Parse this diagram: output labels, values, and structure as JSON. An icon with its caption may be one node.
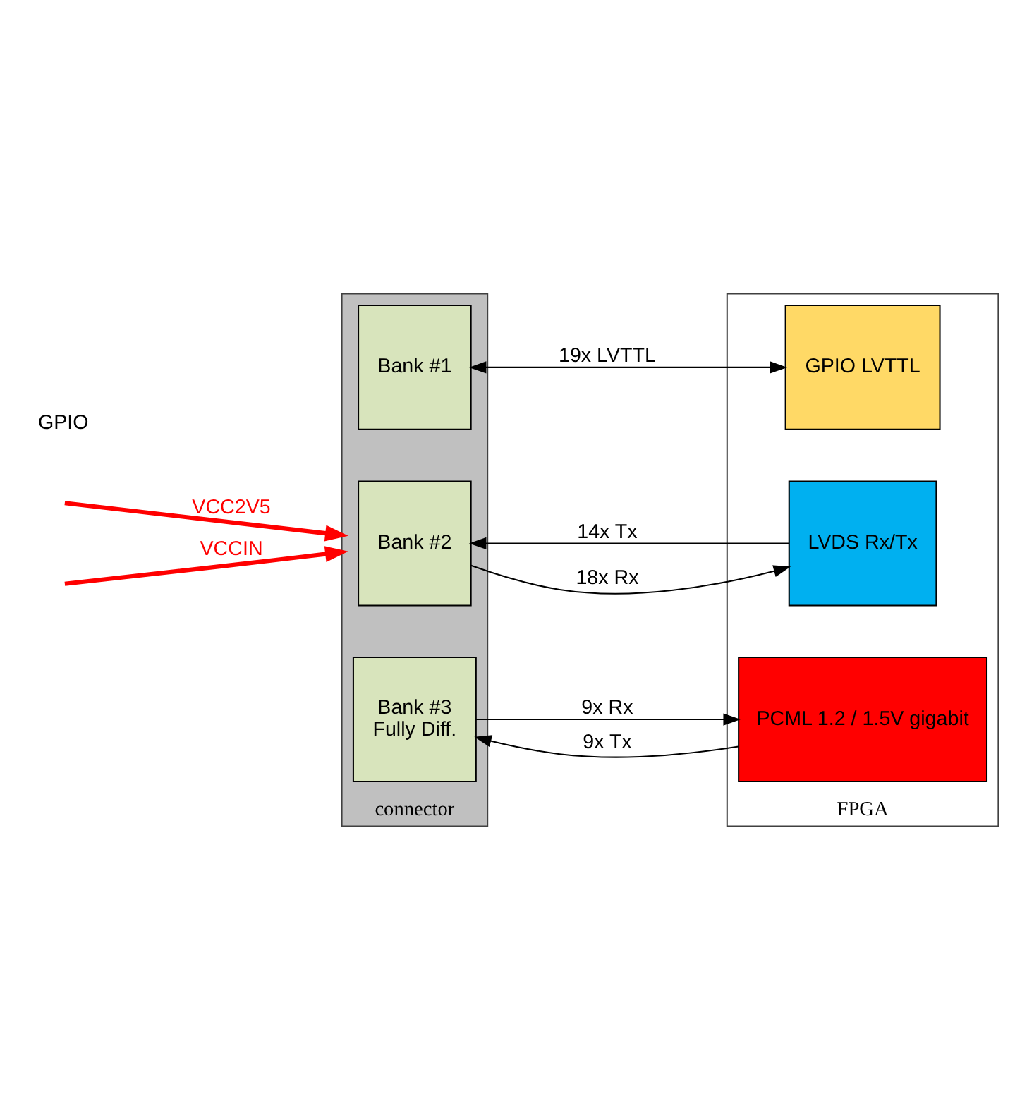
{
  "diagram": {
    "nodes": [
      {
        "text": [
          "connector"
        ]
      },
      {
        "text": [
          "Bank #1"
        ],
        "in": 0
      },
      {
        "text": [
          "Bank #2"
        ],
        "in": 0
      },
      {
        "text": [
          "Bank #3",
          "Fully Diff."
        ],
        "in": 0
      },
      {
        "text": [
          "FPGA"
        ]
      },
      {
        "text": [
          "GPIO LVTTL"
        ],
        "in": 4
      },
      {
        "text": [
          "LVDS Rx/Tx"
        ],
        "in": 4
      },
      {
        "text": [
          "PCML 1.2 / 1.5V gigabit"
        ],
        "in": 4
      }
    ],
    "edges": [
      {
        "from": 1,
        "to": 5,
        "arrow": "both",
        "label": "19x LVTTL"
      },
      {
        "from": 2,
        "to": 6,
        "arrow": "to",
        "label": "18x Rx"
      },
      {
        "from": 6,
        "to": 2,
        "arrow": "to",
        "label": "14x Tx"
      },
      {
        "from": 3,
        "to": 7,
        "arrow": "to",
        "label": "9x Rx"
      },
      {
        "from": 7,
        "to": 3,
        "arrow": "to",
        "label": "9x Tx"
      },
      {
        "from": null,
        "to": 0,
        "arrow": "to",
        "label": "VCC2V5",
        "style": "thick",
        "color": "#ff0000"
      },
      {
        "from": null,
        "to": 0,
        "arrow": "to",
        "label": "VCCIN",
        "style": "thick",
        "color": "#ff0000"
      }
    ],
    "labels": [
      "GPIO"
    ]
  }
}
